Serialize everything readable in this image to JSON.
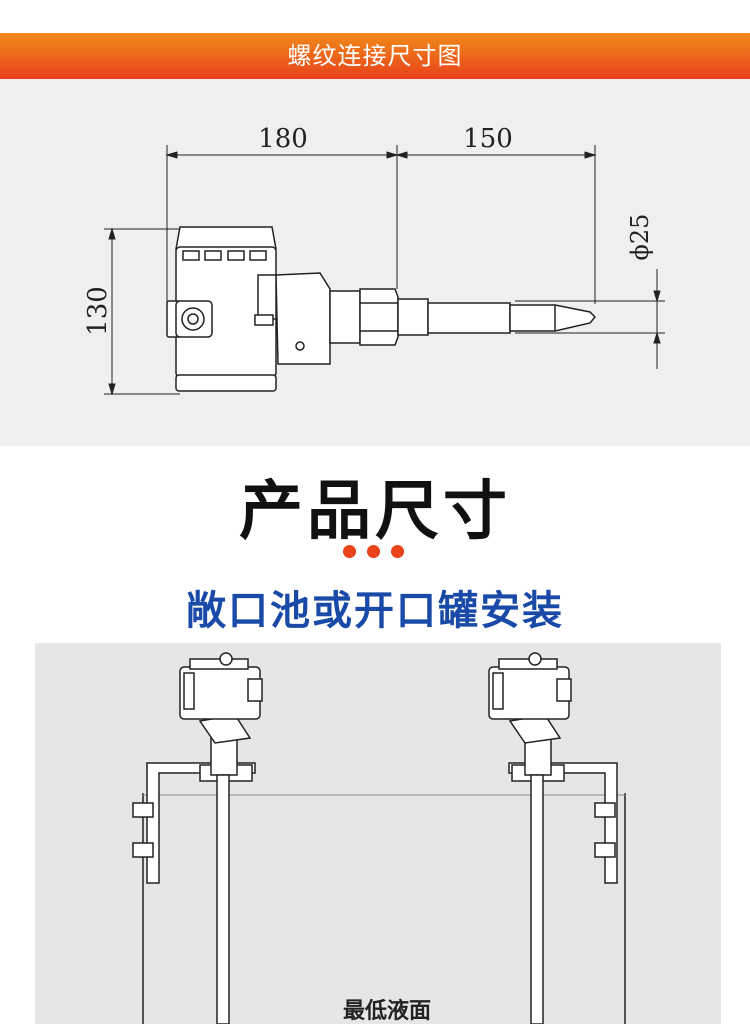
{
  "banner": {
    "title": "螺纹连接尺寸图"
  },
  "dimension_drawing": {
    "width_housing": "180",
    "width_probe": "150",
    "height": "130",
    "diameter": "ϕ25"
  },
  "section": {
    "title": "产品尺寸",
    "subtitle": "敞口池或开口罐安装"
  },
  "install_diagram": {
    "level_label": "最低液面"
  }
}
